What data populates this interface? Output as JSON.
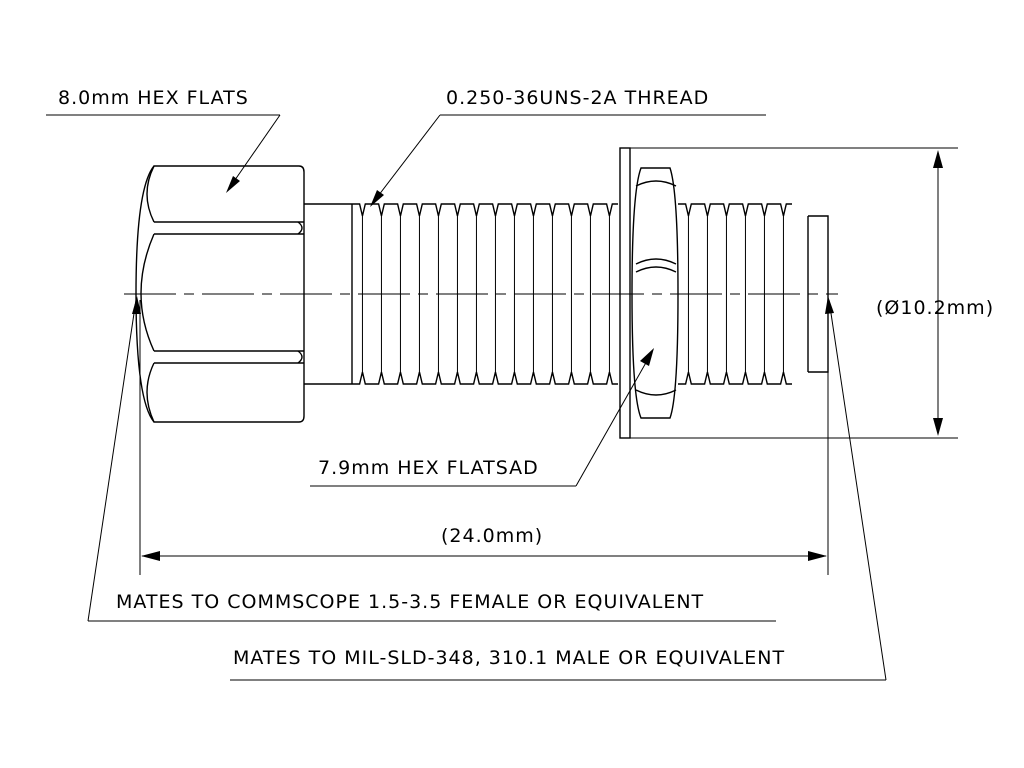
{
  "labels": {
    "hex_flats_body": "8.0mm HEX FLATS",
    "thread": "0.250-36UNS-2A THREAD",
    "diameter": "(Ø10.2mm)",
    "hex_flats_nut": "7.9mm HEX FLATSAD",
    "length": "(24.0mm)",
    "mates_female": "MATES TO COMMSCOPE 1.5-3.5 FEMALE OR EQUIVALENT",
    "mates_male": "MATES TO MIL-SLD-348, 310.1 MALE OR EQUIVALENT"
  }
}
